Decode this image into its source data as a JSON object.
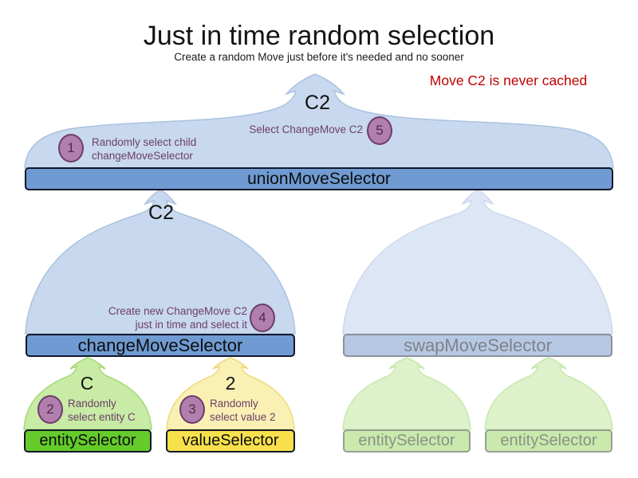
{
  "title": "Just in time random selection",
  "subtitle": "Create a random Move just before it's needed and no sooner",
  "note": "Move C2 is never cached",
  "pipe_labels": {
    "top": "C2",
    "middle": "C2",
    "entity": "C",
    "value": "2"
  },
  "selectors": {
    "union": "unionMoveSelector",
    "change": "changeMoveSelector",
    "swap": "swapMoveSelector",
    "entity": "entitySelector",
    "value": "valueSelector",
    "entity_faded_left": "entitySelector",
    "entity_faded_right": "entitySelector"
  },
  "annotations": {
    "a1": {
      "num": "1",
      "lines": [
        "Randomly select child",
        "changeMoveSelector"
      ]
    },
    "a2": {
      "num": "2",
      "lines": [
        "Randomly",
        "select entity C"
      ]
    },
    "a3": {
      "num": "3",
      "lines": [
        "Randomly",
        "select value 2"
      ]
    },
    "a4": {
      "num": "4",
      "lines": [
        "Create new ChangeMove C2",
        "just in time and select it"
      ]
    },
    "a5": {
      "num": "5",
      "lines": [
        "Select ChangeMove C2"
      ]
    }
  },
  "colors": {
    "selector_bar_blue": "#6f9bd2",
    "pipe_blue": "#c8d8ee",
    "swap_bar": "#b6c8e4",
    "swap_pipe": "#dde6f4",
    "entity_bar_green": "#65cb2b",
    "entity_pipe_green": "#c8eba6",
    "value_bar_yellow": "#f7e04b",
    "value_pipe_yellow": "#faf0b4",
    "faded_bar_green": "#c9e9ad",
    "faded_pipe_green": "#ddf2ca",
    "annotation_purple": "#6b3e68",
    "circle_fill": "#b17fad",
    "note_red": "#bf0000"
  }
}
